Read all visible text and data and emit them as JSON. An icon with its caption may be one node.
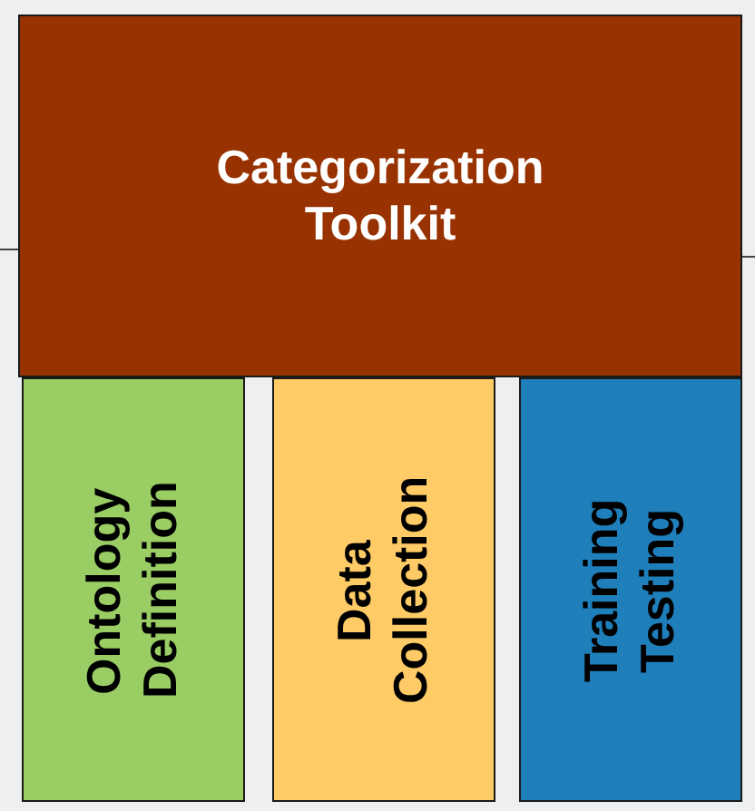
{
  "diagram": {
    "nodes": [
      {
        "text": [
          "Categorization Toolkit"
        ]
      },
      {
        "text": [
          "Ontology Definition"
        ]
      },
      {
        "text": [
          "Data Collection"
        ]
      },
      {
        "text": [
          "Training Testing"
        ]
      }
    ]
  }
}
